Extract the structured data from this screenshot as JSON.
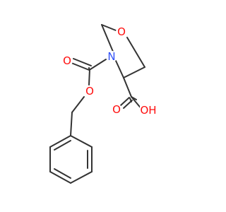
{
  "molecule": {
    "atoms": {
      "ring_oxygen": {
        "label": "O",
        "color": "#ff0d0d"
      },
      "ring_nitrogen": {
        "label": "N",
        "color": "#3050f8"
      },
      "carbamate_carbonyl_oxygen": {
        "label": "O",
        "color": "#ff0d0d"
      },
      "carbamate_ester_oxygen": {
        "label": "O",
        "color": "#ff0d0d"
      },
      "acid_carbonyl_oxygen": {
        "label": "O",
        "color": "#ff0d0d"
      },
      "acid_hydroxyl": {
        "label": "OH",
        "color": "#ff0d0d"
      }
    },
    "bond_color": "#333333"
  }
}
